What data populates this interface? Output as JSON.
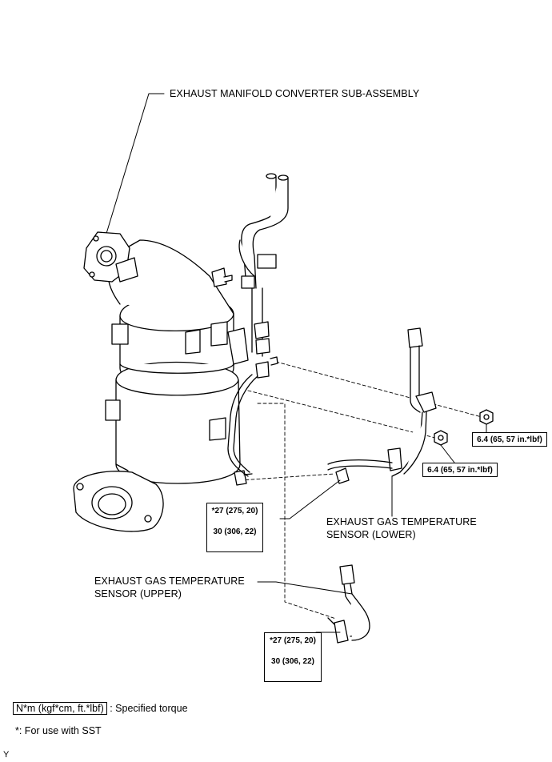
{
  "labels": {
    "manifold": "EXHAUST MANIFOLD CONVERTER SUB-ASSEMBLY",
    "lower_sensor_line1": "EXHAUST GAS TEMPERATURE",
    "lower_sensor_line2": "SENSOR (LOWER)",
    "upper_sensor_line1": "EXHAUST GAS TEMPERATURE",
    "upper_sensor_line2": "SENSOR (UPPER)"
  },
  "torque": {
    "nut_upper": "6.4 (65, 57 in.*lbf)",
    "nut_lower": "6.4 (65, 57 in.*lbf)",
    "lower_sensor_sst": "*27 (275, 20)",
    "lower_sensor_std": "30 (306, 22)",
    "upper_sensor_sst": "*27 (275, 20)",
    "upper_sensor_std": "30 (306, 22)"
  },
  "legend": {
    "unit": "N*m (kgf*cm, ft.*lbf)",
    "unit_desc": ": Specified torque",
    "sst_note": "*: For use with SST"
  },
  "corner_mark": "Y"
}
